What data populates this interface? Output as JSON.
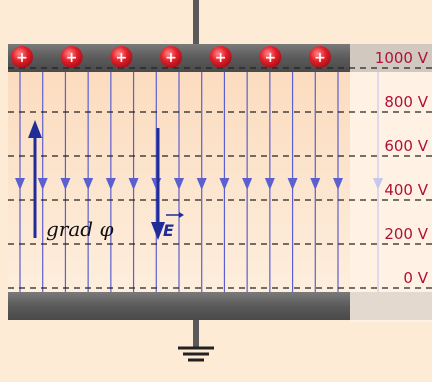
{
  "potentials": [
    "1000 V",
    "800 V",
    "600 V",
    "400 V",
    "200 V",
    "0 V"
  ],
  "potential_values": [
    1000,
    800,
    600,
    400,
    200,
    0
  ],
  "gradient_label": "grad φ",
  "field_label": "E",
  "top_plate_charge_symbol": "+",
  "top_plate_charge_count": 7,
  "field_line_count": 15,
  "colors": {
    "background": "#fdebd6",
    "field_region": "#fce6cf",
    "plate_dark": "#5f5f5f",
    "charge_red": "#e0202a",
    "field_line": "#5b5fd0",
    "arrow": "#1f2c9a",
    "potential_label": "#b0103a",
    "wire": "#555555"
  }
}
